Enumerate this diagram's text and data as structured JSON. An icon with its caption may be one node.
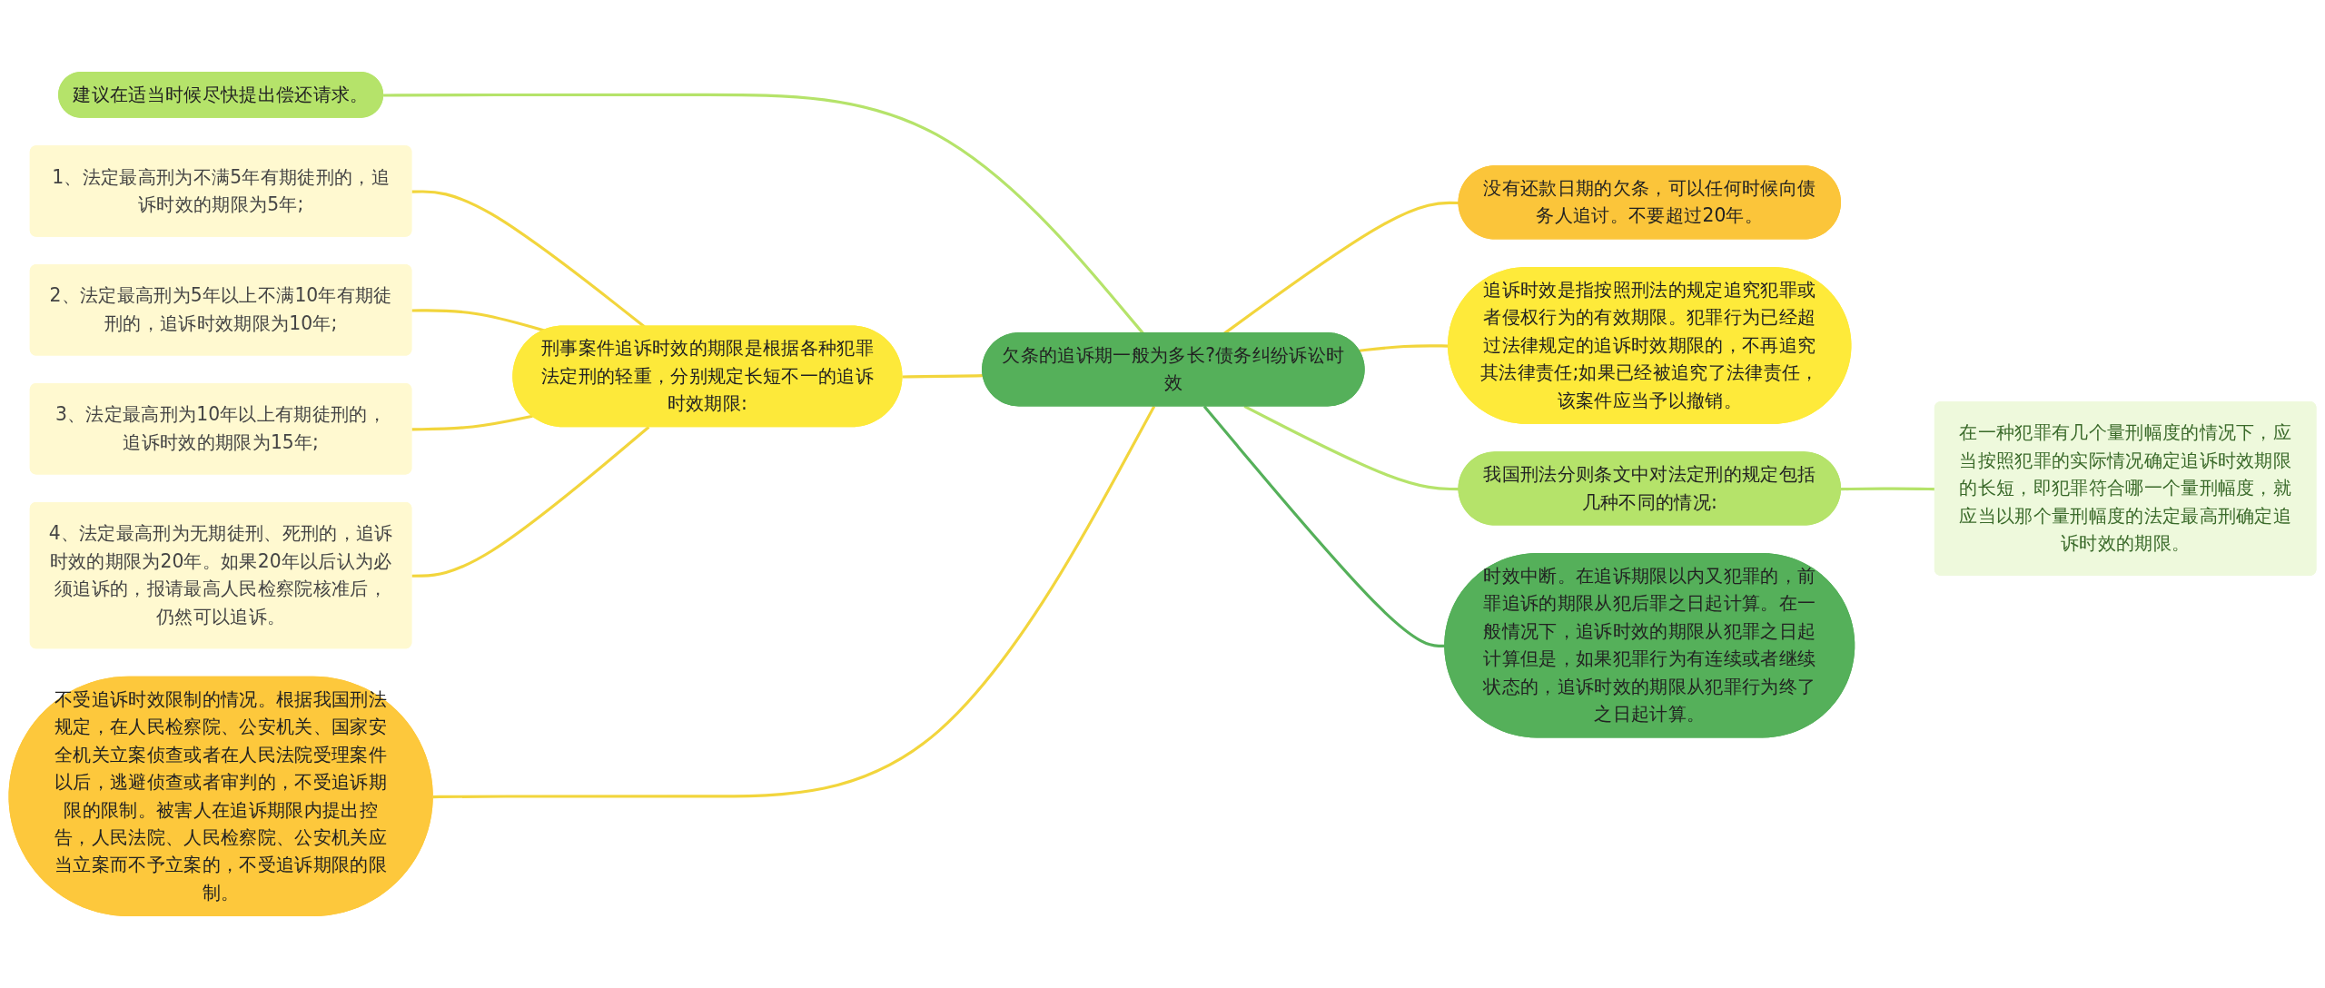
{
  "diagram": {
    "nodes": [
      {
        "text": [
          "欠条的追诉期一般为多长?债务纠纷诉讼时效"
        ]
      },
      {
        "text": [
          "建议在适当时候尽快提出偿还请求。"
        ]
      },
      {
        "text": [
          "刑事案件追诉时效的期限是根据各种犯罪法定刑的轻重，分别规定长短不一的追诉时效期限:"
        ]
      },
      {
        "text": [
          "1、法定最高刑为不满5年有期徒刑的，追诉时效的期限为5年;"
        ]
      },
      {
        "text": [
          "2、法定最高刑为5年以上不满10年有期徒刑的，追诉时效期限为10年;"
        ]
      },
      {
        "text": [
          "3、法定最高刑为10年以上有期徒刑的，追诉时效的期限为15年;"
        ]
      },
      {
        "text": [
          "4、法定最高刑为无期徒刑、死刑的，追诉时效的期限为20年。如果20年以后认为必须追诉的，报请最高人民检察院核准后，仍然可以追诉。"
        ]
      },
      {
        "text": [
          "不受追诉时效限制的情况。根据我国刑法规定，在人民检察院、公安机关、国家安全机关立案侦查或者在人民法院受理案件以后，逃避侦查或者审判的，不受追诉期限的限制。被害人在追诉期限内提出控告，人民法院、人民检察院、公安机关应当立案而不予立案的，不受追诉期限的限制。"
        ]
      },
      {
        "text": [
          "没有还款日期的欠条，可以任何时候向债务人追讨。不要超过20年。"
        ]
      },
      {
        "text": [
          "追诉时效是指按照刑法的规定追究犯罪或者侵权行为的有效期限。犯罪行为已经超过法律规定的追诉时效期限的，不再追究其法律责任;如果已经被追究了法律责任，该案件应当予以撤销。"
        ]
      },
      {
        "text": [
          "我国刑法分则条文中对法定刑的规定包括几种不同的情况:"
        ]
      },
      {
        "text": [
          "在一种犯罪有几个量刑幅度的情况下，应当按照犯罪的实际情况确定追诉时效期限的长短，即犯罪符合哪一个量刑幅度，就应当以那个量刑幅度的法定最高刑确定追诉时效的期限。"
        ]
      },
      {
        "text": [
          "时效中断。在追诉期限以内又犯罪的，前罪追诉的期限从犯后罪之日起计算。在一般情况下，追诉时效的期限从犯罪之日起计算但是，如果犯罪行为有连续或者继续状态的，追诉时效的期限从犯罪行为终了之日起计算。"
        ]
      }
    ],
    "edges": [
      {
        "from": 1,
        "to": 0,
        "arrow": "none",
        "color": "#b5e36a"
      },
      {
        "from": 3,
        "to": 2,
        "arrow": "none"
      },
      {
        "from": 4,
        "to": 2,
        "arrow": "none"
      },
      {
        "from": 5,
        "to": 2,
        "arrow": "none"
      },
      {
        "from": 6,
        "to": 2,
        "arrow": "none"
      },
      {
        "from": 2,
        "to": 0,
        "arrow": "none"
      },
      {
        "from": 7,
        "to": 0,
        "arrow": "none"
      },
      {
        "from": 0,
        "to": 8,
        "arrow": "none"
      },
      {
        "from": 0,
        "to": 9,
        "arrow": "none"
      },
      {
        "from": 0,
        "to": 10,
        "arrow": "none",
        "color": "#b5e36a"
      },
      {
        "from": 10,
        "to": 11,
        "arrow": "none",
        "color": "#b5e36a"
      },
      {
        "from": 0,
        "to": 12,
        "arrow": "none",
        "color": "#55b05a"
      }
    ]
  }
}
